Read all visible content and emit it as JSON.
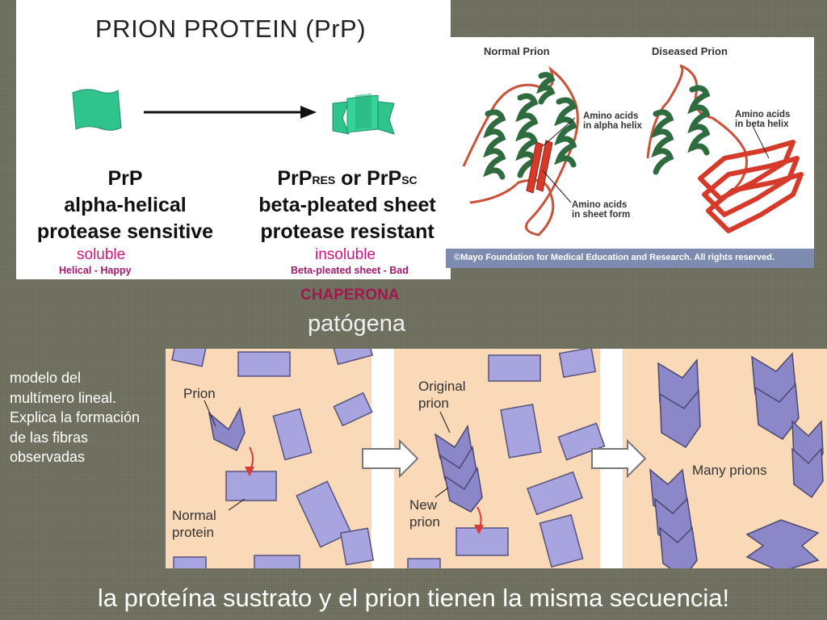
{
  "prp_panel": {
    "title": "PRION PROTEIN (PrP)",
    "left": {
      "name": "PrP",
      "line2": "alpha-helical",
      "line3": "protease sensitive"
    },
    "right": {
      "name_part1": "PrP",
      "sup1": "RES",
      "name_part2": " or PrP",
      "sup2": "SC",
      "line2": "beta-pleated sheet",
      "line3": "protease resistant"
    },
    "soluble": "soluble",
    "insoluble": "insoluble",
    "caption_left": "Helical - Happy",
    "caption_right": "Beta-pleated sheet - Bad"
  },
  "mayo_panel": {
    "heading_normal": "Normal Prion",
    "heading_diseased": "Diseased Prion",
    "label_alpha_line1": "Amino acids",
    "label_alpha_line2": "in alpha helix",
    "label_sheet_line1": "Amino acids",
    "label_sheet_line2": "in sheet form",
    "label_beta_line1": "Amino acids",
    "label_beta_line2": "in beta helix",
    "copyright": "©Mayo Foundation for Medical Education and Research.  All rights reserved."
  },
  "chaperona": "CHAPERONA",
  "patogena": "patógena",
  "side_text": {
    "line1": "modelo del",
    "line2": "multímero lineal.",
    "line3": "Explica la formación",
    "line4": "de las fibras",
    "line5": "observadas"
  },
  "fibril_panel": {
    "prion": "Prion",
    "normal_line1": "Normal",
    "normal_line2": "protein",
    "original_line1": "Original",
    "original_line2": "prion",
    "new_line1": "New",
    "new_line2": "prion",
    "many_prions": "Many prions"
  },
  "bottom_caption": "la proteína sustrato y el prion tienen la misma secuencia!",
  "colors": {
    "accent_magenta": "#d1157c",
    "helix_green": "#2e6b3f",
    "sheet_red": "#c8342a",
    "block_lavender": "#a8a4e0",
    "panel_peach": "#f9d9b8"
  }
}
